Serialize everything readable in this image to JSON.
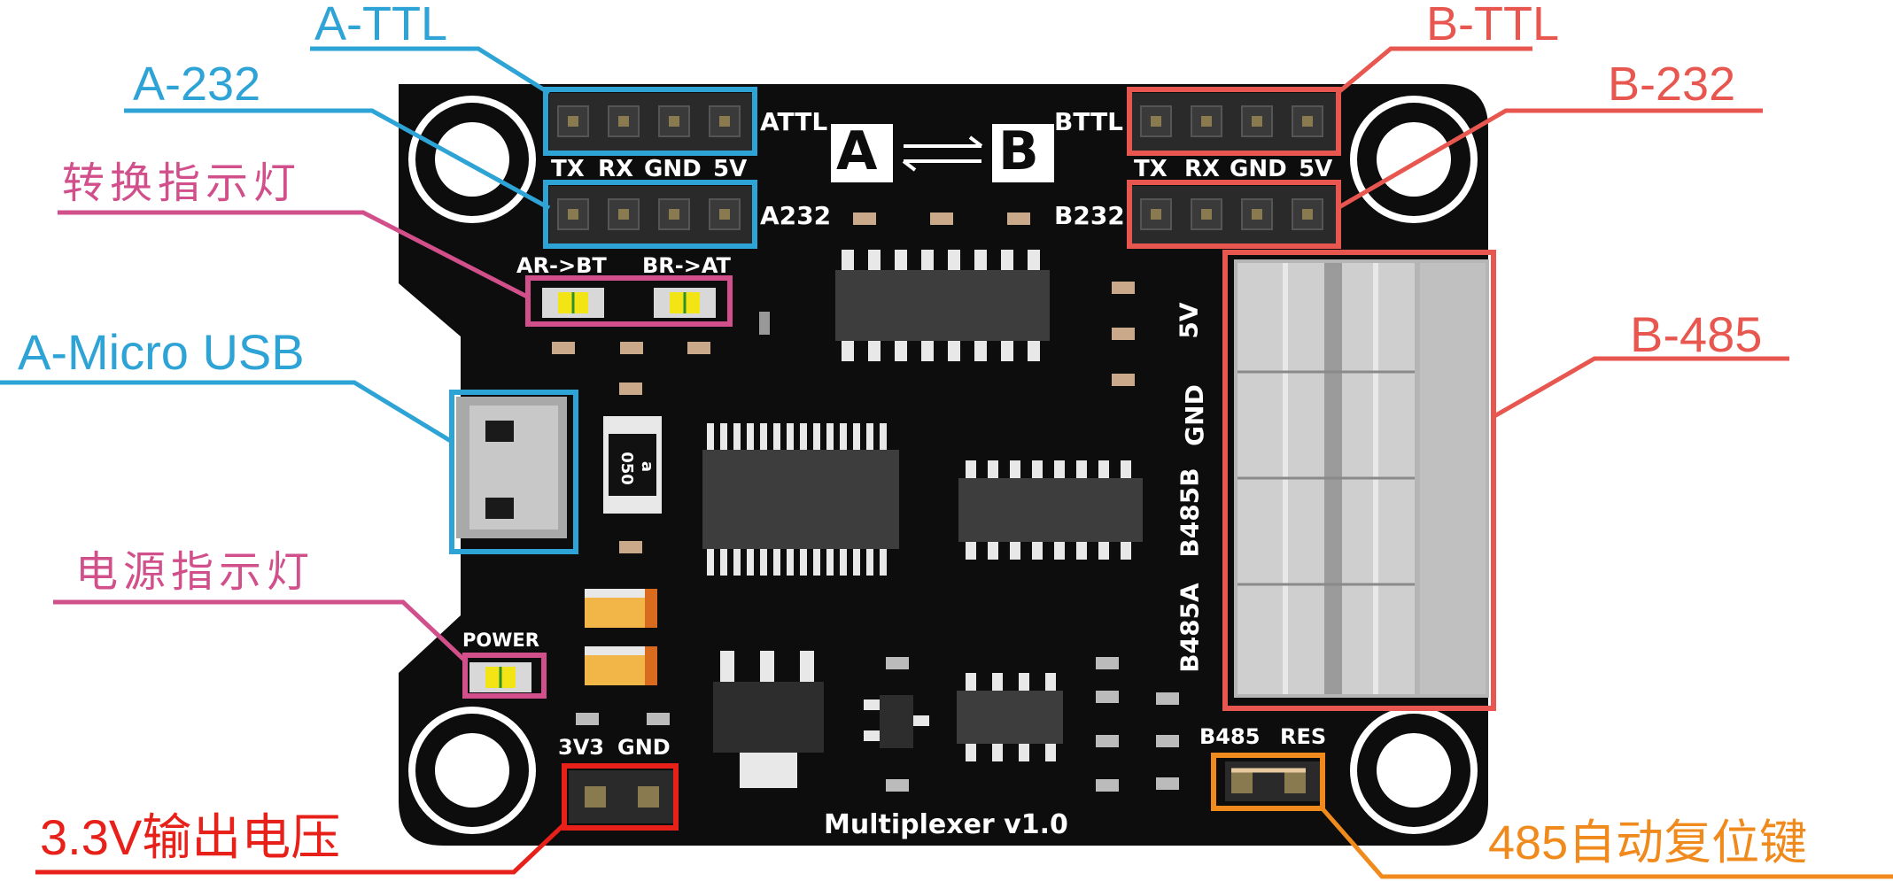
{
  "callouts": {
    "a_ttl": "A-TTL",
    "a_232": "A-232",
    "conv_indicator": "转换指示灯",
    "a_micro_usb": "A-Micro USB",
    "power_indicator": "电源指示灯",
    "out_3v3": "3.3V输出电压",
    "b_ttl": "B-TTL",
    "b_232": "B-232",
    "b_485": "B-485",
    "auto_reset": "485自动复位键"
  },
  "silkscreen": {
    "attl": "ATTL",
    "a232": "A232",
    "bttl": "BTTL",
    "b232": "B232",
    "a_pins": [
      "TX",
      "RX",
      "GND",
      "5V"
    ],
    "b_pins": [
      "TX",
      "RX",
      "GND",
      "5V"
    ],
    "ar_bt": "AR->BT",
    "br_at": "BR->AT",
    "power": "POWER",
    "v3v3": "3V3",
    "gnd": "GND",
    "b485": "B485",
    "res": "RES",
    "board_name": "Multiplexer v1.0",
    "logo_a": "A",
    "logo_b": "B",
    "fuse_mark": "050",
    "fuse_letter": "a",
    "terminal_labels": [
      "5V",
      "GND",
      "B485B",
      "B485A"
    ]
  },
  "colors": {
    "blue": "#2ea3d6",
    "red": "#e8574f",
    "pink": "#d1508b",
    "bright_red": "#e8201a",
    "orange": "#f08a1c",
    "pcb": "#0d0d0d",
    "silk": "#ffffff"
  }
}
